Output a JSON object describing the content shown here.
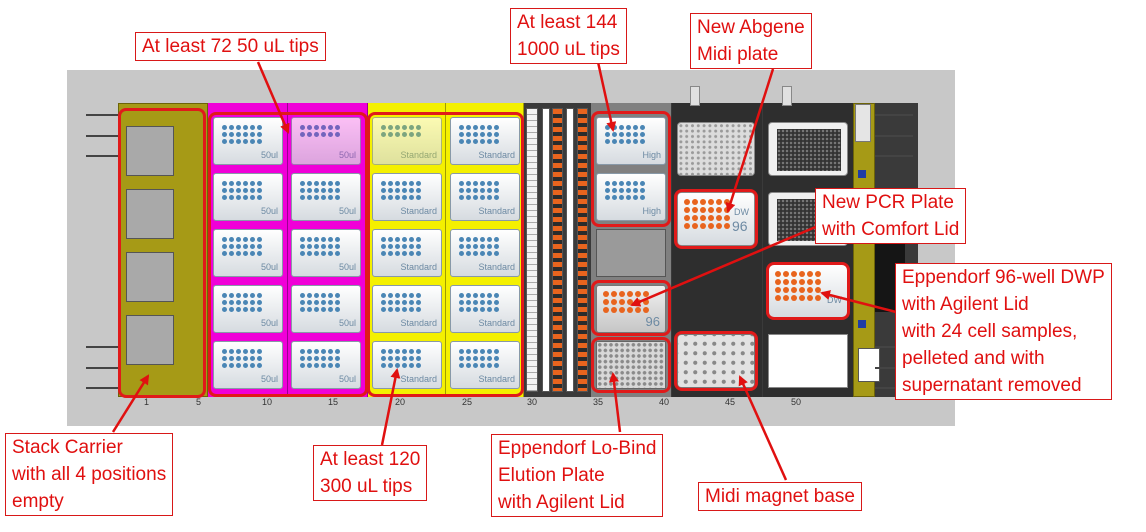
{
  "callouts": {
    "tips_50": "At least 72 50 uL tips",
    "tips_1000": "At least 144\n1000 uL tips",
    "abgene": "New Abgene\nMidi plate",
    "pcr": "New PCR Plate\nwith Comfort Lid",
    "eppendorf_dwp": "Eppendorf 96-well DWP\nwith Agilent Lid\nwith 24 cell samples,\npelleted and with\nsupernatant removed",
    "stack": "Stack Carrier\nwith all 4 positions\nempty",
    "tips_300": "At least 120\n300 uL tips",
    "elution": "Eppendorf Lo-Bind\nElution Plate\nwith Agilent Lid",
    "magnet": "Midi magnet base"
  },
  "labels": {
    "tip_50": "50ul",
    "tip_std": "Standard",
    "tip_high": "High",
    "dw": "DW",
    "dw96": "96",
    "pcr96": "96"
  },
  "ruler": [
    "1",
    "5",
    "10",
    "15",
    "20",
    "25",
    "30",
    "35",
    "40",
    "45",
    "50"
  ],
  "colors": {
    "callout_red": "#e01010",
    "tip_carrier_50": "#f000d8",
    "tip_carrier_300": "#f4f000",
    "stack_carrier": "#a69a16",
    "plate_orange": "#e8641e"
  }
}
